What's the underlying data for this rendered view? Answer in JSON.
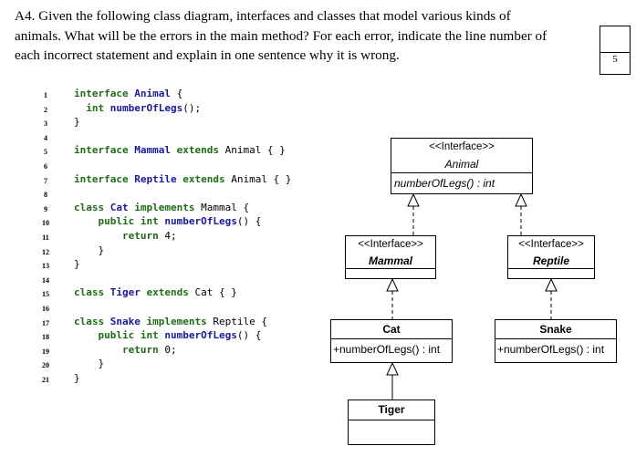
{
  "question": {
    "lines": [
      "A4. Given the following class diagram, interfaces and classes that model various kinds of",
      "animals. What will be the errors in the main method? For each error, indicate the line number of",
      "each incorrect statement and explain in one sentence why it is wrong."
    ],
    "marks": "5"
  },
  "code": [
    {
      "n": "1",
      "parts": [
        [
          "kw",
          "interface "
        ],
        [
          "ty",
          "Animal"
        ],
        [
          "pl",
          " {"
        ]
      ]
    },
    {
      "n": "2",
      "parts": [
        [
          "pl",
          "  "
        ],
        [
          "kw",
          "int "
        ],
        [
          "ty",
          "numberOfLegs"
        ],
        [
          "pl",
          "();"
        ]
      ]
    },
    {
      "n": "3",
      "parts": [
        [
          "pl",
          "}"
        ]
      ]
    },
    {
      "n": "4",
      "parts": []
    },
    {
      "n": "5",
      "parts": [
        [
          "kw",
          "interface "
        ],
        [
          "ty",
          "Mammal "
        ],
        [
          "kw",
          "extends "
        ],
        [
          "pl",
          "Animal { }"
        ]
      ]
    },
    {
      "n": "6",
      "parts": []
    },
    {
      "n": "7",
      "parts": [
        [
          "kw",
          "interface "
        ],
        [
          "ty",
          "Reptile "
        ],
        [
          "kw",
          "extends "
        ],
        [
          "pl",
          "Animal { }"
        ]
      ]
    },
    {
      "n": "8",
      "parts": []
    },
    {
      "n": "9",
      "parts": [
        [
          "kw",
          "class "
        ],
        [
          "ty",
          "Cat "
        ],
        [
          "kw",
          "implements "
        ],
        [
          "pl",
          "Mammal {"
        ]
      ]
    },
    {
      "n": "10",
      "parts": [
        [
          "pl",
          "    "
        ],
        [
          "kw",
          "public int "
        ],
        [
          "ty",
          "numberOfLegs"
        ],
        [
          "pl",
          "() {"
        ]
      ]
    },
    {
      "n": "11",
      "parts": [
        [
          "pl",
          "        "
        ],
        [
          "kw",
          "return "
        ],
        [
          "pl",
          "4;"
        ]
      ]
    },
    {
      "n": "12",
      "parts": [
        [
          "pl",
          "    }"
        ]
      ]
    },
    {
      "n": "13",
      "parts": [
        [
          "pl",
          "}"
        ]
      ]
    },
    {
      "n": "14",
      "parts": []
    },
    {
      "n": "15",
      "parts": [
        [
          "kw",
          "class "
        ],
        [
          "ty",
          "Tiger "
        ],
        [
          "kw",
          "extends "
        ],
        [
          "pl",
          "Cat { }"
        ]
      ]
    },
    {
      "n": "16",
      "parts": []
    },
    {
      "n": "17",
      "parts": [
        [
          "kw",
          "class "
        ],
        [
          "ty",
          "Snake "
        ],
        [
          "kw",
          "implements "
        ],
        [
          "pl",
          "Reptile {"
        ]
      ]
    },
    {
      "n": "18",
      "parts": [
        [
          "pl",
          "    "
        ],
        [
          "kw",
          "public int "
        ],
        [
          "ty",
          "numberOfLegs"
        ],
        [
          "pl",
          "() {"
        ]
      ]
    },
    {
      "n": "19",
      "parts": [
        [
          "pl",
          "        "
        ],
        [
          "kw",
          "return "
        ],
        [
          "pl",
          "0;"
        ]
      ]
    },
    {
      "n": "20",
      "parts": [
        [
          "pl",
          "    }"
        ]
      ]
    },
    {
      "n": "21",
      "parts": [
        [
          "pl",
          "}"
        ]
      ]
    }
  ],
  "diagram": {
    "animal": {
      "stereotype": "<<Interface>>",
      "name": "Animal",
      "method": "numberOfLegs() : int"
    },
    "mammal": {
      "stereotype": "<<Interface>>",
      "name": "Mammal"
    },
    "reptile": {
      "stereotype": "<<Interface>>",
      "name": "Reptile"
    },
    "cat": {
      "name": "Cat",
      "method": "+numberOfLegs() : int"
    },
    "snake": {
      "name": "Snake",
      "method": "+numberOfLegs() : int"
    },
    "tiger": {
      "name": "Tiger"
    }
  }
}
